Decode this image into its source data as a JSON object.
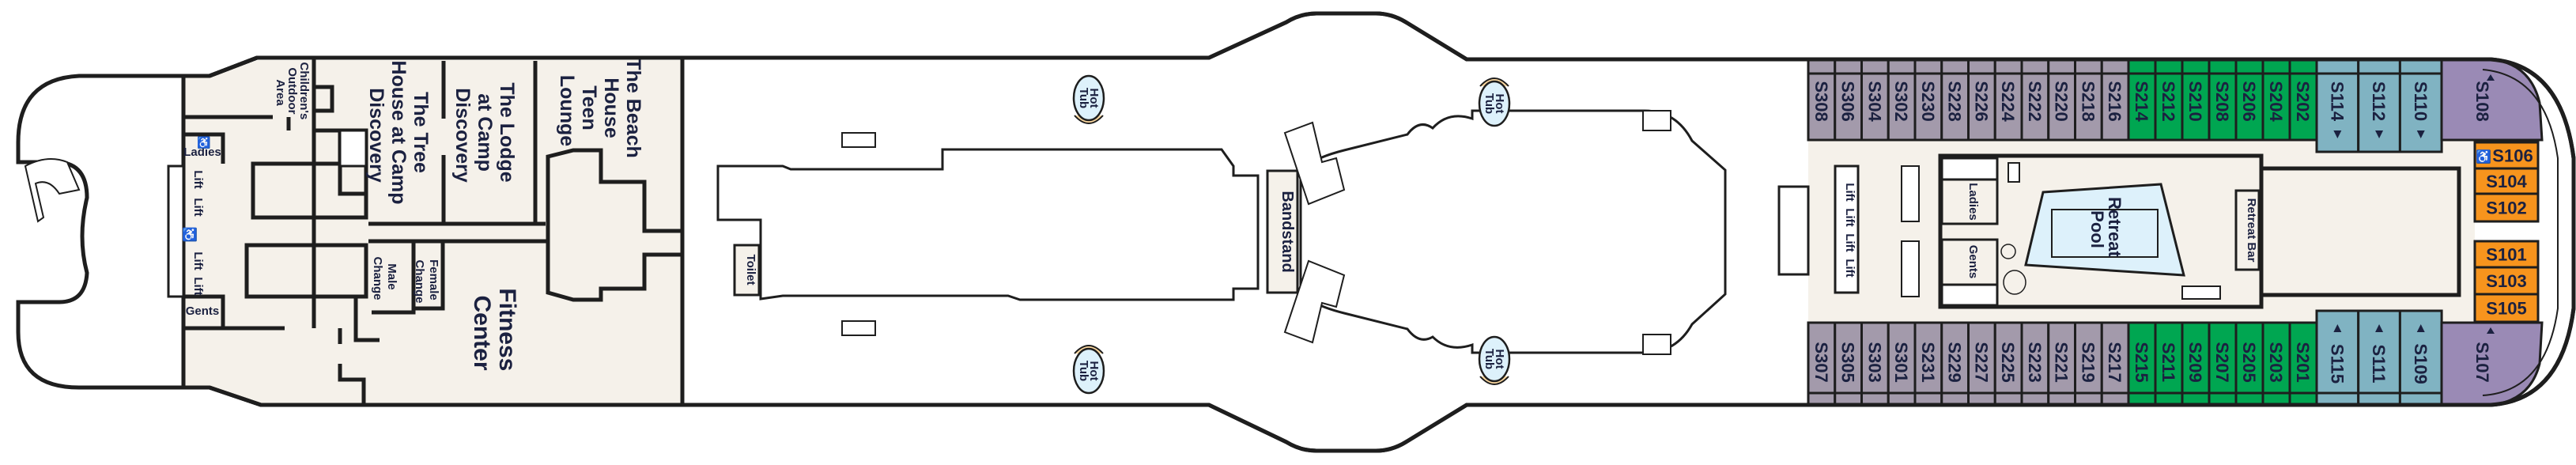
{
  "colors": {
    "wood": "#FDD9A0",
    "wood_line": "#A8472A",
    "floor": "#F5F1EA",
    "grey_cabin": "#A39AAB",
    "green_cabin": "#00A651",
    "blue_cabin": "#80B3C2",
    "purple_cabin": "#9A8AB5",
    "orange_cabin": "#F7941D",
    "pool": "#DDF1FB",
    "text": "#1B2140"
  },
  "aft": {
    "ladies": "Ladies",
    "gents": "Gents",
    "lifts": [
      "Lift",
      "Lift",
      "Lift",
      "Lift"
    ],
    "childrens_area": [
      "Children's",
      "Outdoor",
      "Area"
    ],
    "tree_house": [
      "The Tree",
      "House at Camp",
      "Discovery"
    ],
    "lodge": [
      "The Lodge",
      "at Camp",
      "Discovery"
    ],
    "beach_house": [
      "The Beach",
      "House",
      "Teen",
      "Lounge"
    ],
    "male_change": [
      "Male",
      "Change"
    ],
    "female_change": [
      "Female",
      "Change"
    ],
    "fitness": [
      "Fitness",
      "Center"
    ]
  },
  "midship": {
    "toilet": "Toilet",
    "bandstand": "Bandstand",
    "hot_tub": [
      "Hot",
      "Tub"
    ]
  },
  "retreat": {
    "pool": [
      "Retreat",
      "Pool"
    ],
    "bar": "Retreat Bar",
    "ladies": "Ladies",
    "gents": "Gents",
    "lifts": [
      "Lift",
      "Lift",
      "Lift",
      "Lift"
    ]
  },
  "cabins": {
    "top_grey": [
      "S308",
      "S306",
      "S304",
      "S302",
      "S230",
      "S228",
      "S226",
      "S224",
      "S222",
      "S220",
      "S218",
      "S216"
    ],
    "top_green": [
      "S214",
      "S212",
      "S210",
      "S208",
      "S206",
      "S204",
      "S202"
    ],
    "top_blue": [
      "S114",
      "S112",
      "S110"
    ],
    "top_purple": [
      "S108"
    ],
    "bottom_grey": [
      "S307",
      "S305",
      "S303",
      "S301",
      "S231",
      "S229",
      "S227",
      "S225",
      "S223",
      "S221",
      "S219",
      "S217"
    ],
    "bottom_green": [
      "S215",
      "S211",
      "S209",
      "S207",
      "S205",
      "S203",
      "S201"
    ],
    "bottom_blue": [
      "S115",
      "S111",
      "S109"
    ],
    "bottom_purple": [
      "S107"
    ],
    "orange": [
      "S106",
      "S104",
      "S102",
      "S101",
      "S103",
      "S105"
    ],
    "accessible_cabin": "S106"
  }
}
